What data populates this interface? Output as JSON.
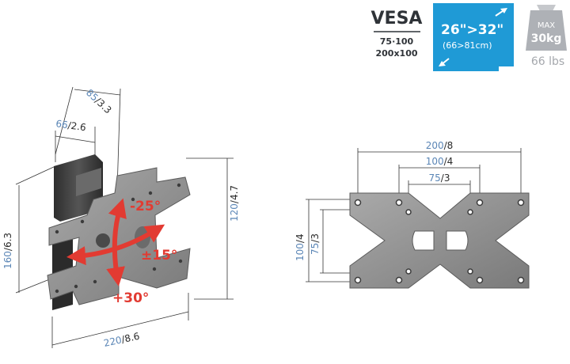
{
  "vesa": {
    "title": "VESA",
    "line1": "75·100",
    "line2": "200x100"
  },
  "screen_size": {
    "range": "26\">32\"",
    "range_cm": "(66>81cm)",
    "color": "#1f9ad6"
  },
  "weight": {
    "max_label": "MAX",
    "kg": "30kg",
    "lbs": "66 lbs"
  },
  "side_view": {
    "depth_dim": [
      "85",
      "/3.3"
    ],
    "wall_dim": [
      "66",
      "/2.6"
    ],
    "height_dim": [
      "160",
      "/6.3"
    ],
    "plate_height_dim": [
      "120",
      "/4.7"
    ],
    "plate_width_dim": [
      "220",
      "/8.6"
    ],
    "tilt_up": "-25°",
    "swivel": "±15°",
    "tilt_down": "+30°"
  },
  "front_view": {
    "width_200": [
      "200",
      "/8"
    ],
    "width_100": [
      "100",
      "/4"
    ],
    "width_75": [
      "75",
      "/3"
    ],
    "height_100": [
      "100",
      "/4"
    ],
    "height_75": [
      "75",
      "/3"
    ]
  },
  "colors": {
    "accent_red": "#e23b32",
    "dim_blue": "#5b86b6",
    "plate_gray": "#8e8e8e",
    "bracket_dark": "#3a3a3a"
  }
}
